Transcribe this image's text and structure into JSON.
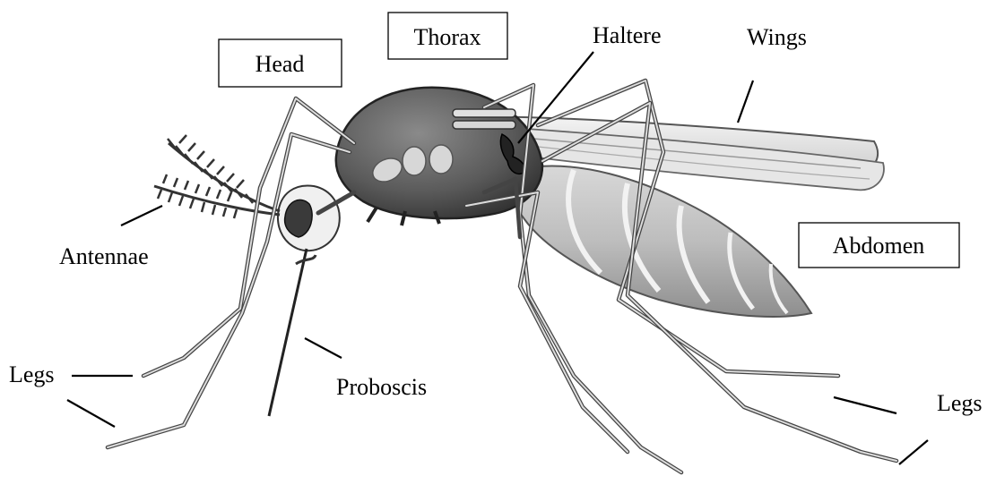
{
  "labels": {
    "head": "Head",
    "thorax": "Thorax",
    "haltere": "Haltere",
    "wings": "Wings",
    "antennae": "Antennae",
    "abdomen": "Abdomen",
    "proboscis": "Proboscis",
    "legs_left": "Legs",
    "legs_right": "Legs"
  }
}
